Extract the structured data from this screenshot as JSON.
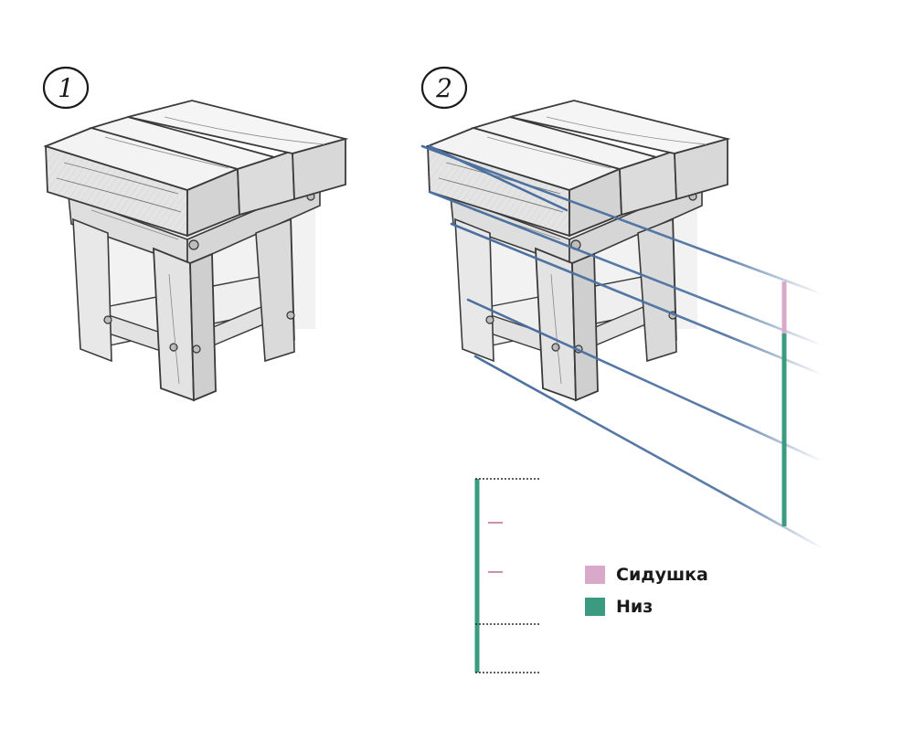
{
  "figures": [
    {
      "number": "1"
    },
    {
      "number": "2"
    }
  ],
  "legend": {
    "items": [
      {
        "label": "Сидушка",
        "color": "#d8a9c8"
      },
      {
        "label": "Низ",
        "color": "#3b9b80"
      }
    ]
  },
  "colors": {
    "perspective_lines": "#4a6fa0",
    "pencil": "#3a3a3a"
  }
}
